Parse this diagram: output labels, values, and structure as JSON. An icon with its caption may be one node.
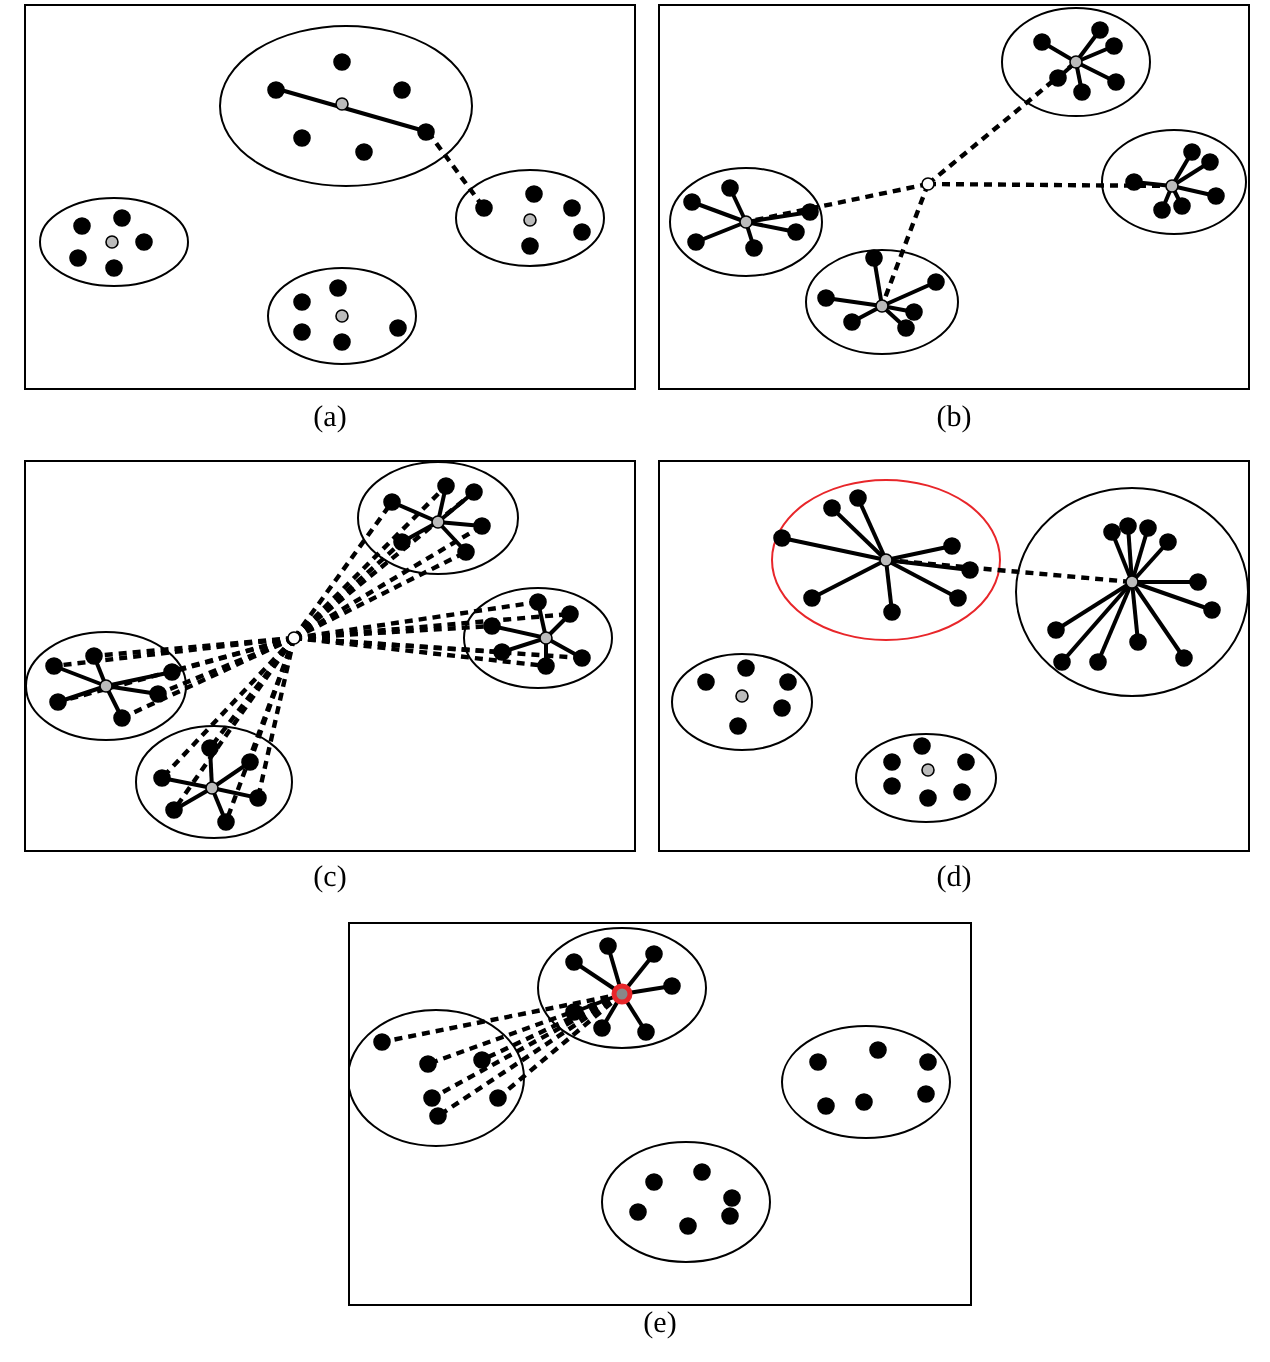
{
  "diagram": {
    "nodes": [
      {
        "text": [],
        "shape": "picture",
        "beside": [
          "(a)"
        ]
      },
      {
        "text": [],
        "shape": "picture",
        "beside": [
          "(b)"
        ]
      },
      {
        "text": [],
        "shape": "picture",
        "beside": [
          "(c)"
        ]
      },
      {
        "text": [],
        "shape": "picture",
        "beside": [
          "(d)"
        ]
      },
      {
        "text": [],
        "shape": "picture",
        "beside": [
          "(e)"
        ]
      }
    ]
  }
}
